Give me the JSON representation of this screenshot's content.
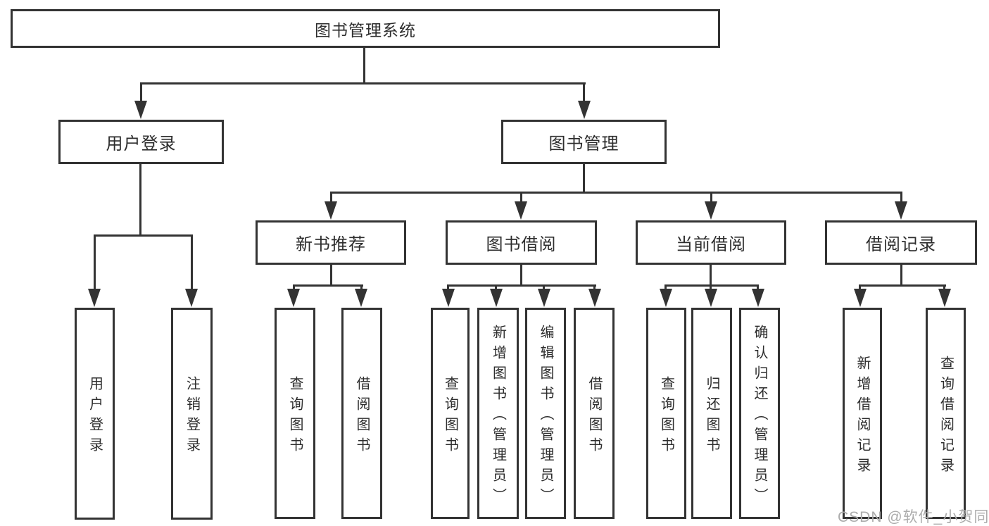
{
  "diagram": {
    "title": "图书管理系统",
    "watermark": "CSDN @软件_小贺同学",
    "colors": {
      "line": "#333333",
      "text": "#2d2d2d",
      "watermark": "#acacac",
      "background": "#ffffff"
    }
  },
  "nodes": {
    "root": {
      "label": "图书管理系统"
    },
    "user_login": {
      "label": "用户登录"
    },
    "book_mgmt": {
      "label": "图书管理"
    },
    "new_books": {
      "label": "新书推荐"
    },
    "book_borrow": {
      "label": "图书借阅"
    },
    "current_borrow": {
      "label": "当前借阅"
    },
    "borrow_records": {
      "label": "借阅记录"
    },
    "leaf_user_login": {
      "label": "用户登录"
    },
    "leaf_logout": {
      "label": "注销登录"
    },
    "leaf_query_1": {
      "label": "查询图书"
    },
    "leaf_borrow_1": {
      "label": "借阅图书"
    },
    "leaf_query_2": {
      "label": "查询图书"
    },
    "leaf_add_book": {
      "label": "新增图书（管理员）"
    },
    "leaf_edit_book": {
      "label": "编辑图书（管理员）"
    },
    "leaf_borrow_2": {
      "label": "借阅图书"
    },
    "leaf_query_3": {
      "label": "查询图书"
    },
    "leaf_return": {
      "label": "归还图书"
    },
    "leaf_confirm_return": {
      "label": "确认归还（管理员）"
    },
    "leaf_add_record": {
      "label": "新增借阅记录"
    },
    "leaf_query_record": {
      "label": "查询借阅记录"
    }
  },
  "edges": [
    [
      "root",
      "user_login"
    ],
    [
      "root",
      "book_mgmt"
    ],
    [
      "user_login",
      "leaf_user_login"
    ],
    [
      "user_login",
      "leaf_logout"
    ],
    [
      "book_mgmt",
      "new_books"
    ],
    [
      "book_mgmt",
      "book_borrow"
    ],
    [
      "book_mgmt",
      "current_borrow"
    ],
    [
      "book_mgmt",
      "borrow_records"
    ],
    [
      "new_books",
      "leaf_query_1"
    ],
    [
      "new_books",
      "leaf_borrow_1"
    ],
    [
      "book_borrow",
      "leaf_query_2"
    ],
    [
      "book_borrow",
      "leaf_add_book"
    ],
    [
      "book_borrow",
      "leaf_edit_book"
    ],
    [
      "book_borrow",
      "leaf_borrow_2"
    ],
    [
      "current_borrow",
      "leaf_query_3"
    ],
    [
      "current_borrow",
      "leaf_return"
    ],
    [
      "current_borrow",
      "leaf_confirm_return"
    ],
    [
      "borrow_records",
      "leaf_add_record"
    ],
    [
      "borrow_records",
      "leaf_query_record"
    ]
  ]
}
